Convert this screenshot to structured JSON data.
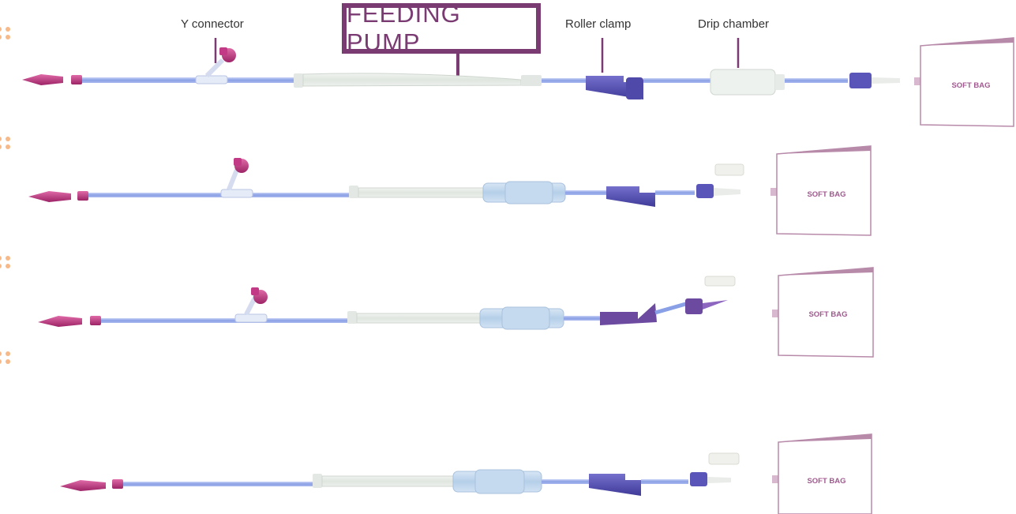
{
  "labels": {
    "y_connector": "Y connector",
    "feeding_pump": "FEEDING PUMP",
    "roller_clamp": "Roller clamp",
    "drip_chamber": "Drip chamber"
  },
  "bag_label": "SOFT BAG",
  "colors": {
    "accent_purple": "#7a3a72",
    "tube_blue": "#8aa0e6",
    "connector_magenta": "#c23a86",
    "clamp_purple": "#5a55b8",
    "bullet_orange": "#f7b987",
    "bag_outline": "#b88aaa"
  },
  "icons": [
    "enteral-connector-icon",
    "y-connector-icon",
    "roller-clamp-icon",
    "drip-chamber-icon",
    "spike-connector-icon",
    "soft-bag-icon"
  ]
}
